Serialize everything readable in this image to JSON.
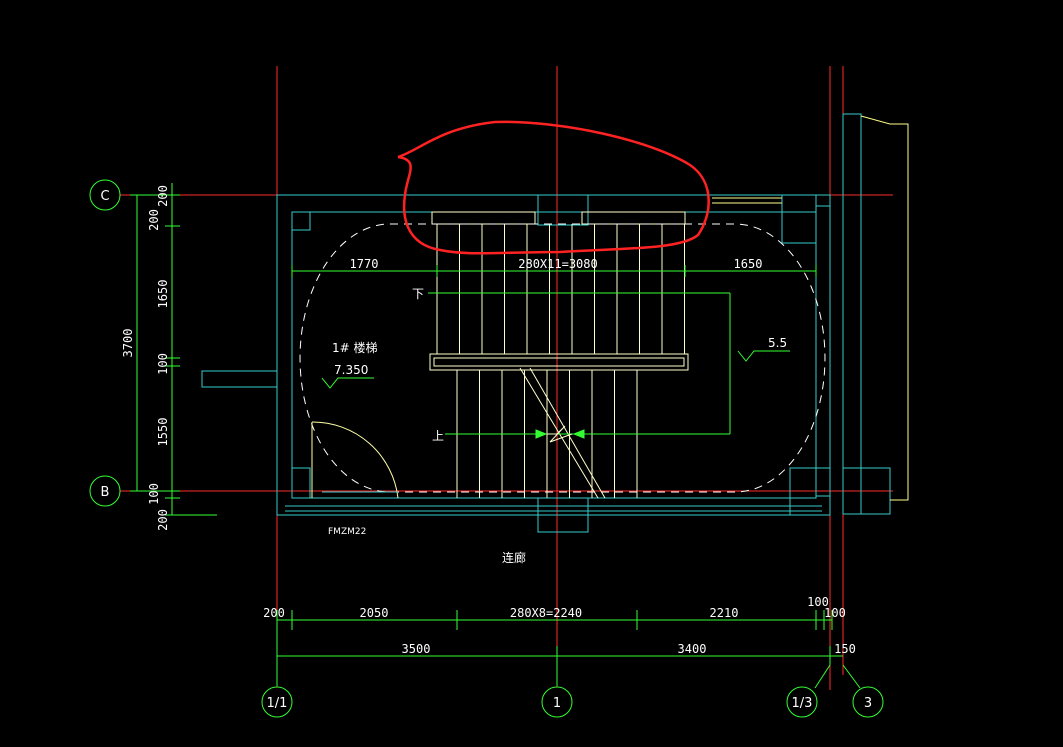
{
  "drawing": {
    "axes": {
      "vertical": [
        "1/1",
        "1",
        "1/3",
        "3"
      ],
      "horizontal": [
        "C",
        "B"
      ]
    },
    "left_dims": {
      "total": "3700",
      "segments": [
        "200",
        "1650",
        "100",
        "1550",
        "100",
        "200"
      ],
      "top": "200"
    },
    "stair_dims": {
      "top_left": "1770",
      "top_middle": "280X11=3080",
      "top_right": "1650"
    },
    "bottom_dims_row1": {
      "left_wall": "200",
      "seg1": "2050",
      "seg2": "280X8=2240",
      "seg3": "2210",
      "right1": "100",
      "right2": "100"
    },
    "bottom_dims_row2": {
      "seg1": "3500",
      "seg2": "3400",
      "right": "150"
    },
    "labels": {
      "stair_name": "1# 楼梯",
      "elevation_left": "7.350",
      "elevation_right": "5.5",
      "down": "下",
      "up": "上",
      "door": "FMZM22",
      "corridor": "连廊"
    }
  }
}
